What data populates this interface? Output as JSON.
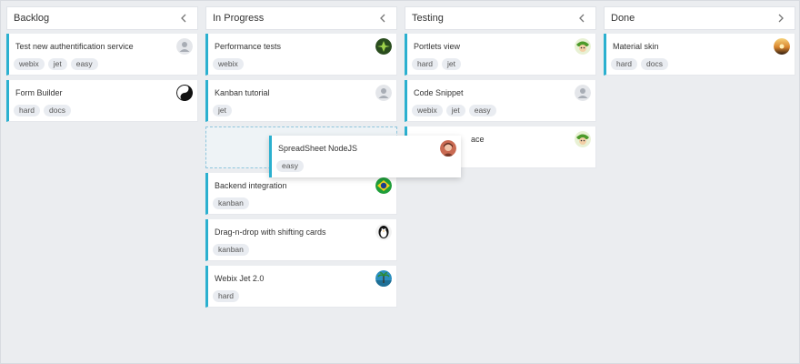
{
  "columns": [
    {
      "title": "Backlog",
      "collapse_icon": "chevron-left-icon",
      "cards": [
        {
          "title": "Test new authentification service",
          "tags": [
            "webix",
            "jet",
            "easy"
          ],
          "avatar": "user-placeholder"
        },
        {
          "title": "Form Builder",
          "tags": [
            "hard",
            "docs"
          ],
          "avatar": "yin-yang"
        }
      ]
    },
    {
      "title": "In Progress",
      "collapse_icon": "chevron-left-icon",
      "cards": [
        {
          "title": "Performance tests",
          "tags": [
            "webix"
          ],
          "avatar": "green-leaf"
        },
        {
          "title": "Kanban tutorial",
          "tags": [
            "jet"
          ],
          "avatar": "user-placeholder"
        },
        {
          "title": "",
          "tags": [],
          "avatar": ""
        },
        {
          "title": "Backend integration",
          "tags": [
            "kanban"
          ],
          "avatar": "flag-brazil"
        },
        {
          "title": "Drag-n-drop with shifting cards",
          "tags": [
            "kanban"
          ],
          "avatar": "penguin"
        },
        {
          "title": "Webix Jet 2.0",
          "tags": [
            "hard"
          ],
          "avatar": "ocean-palm"
        }
      ]
    },
    {
      "title": "Testing",
      "collapse_icon": "chevron-left-icon",
      "cards": [
        {
          "title": "Portlets view",
          "tags": [
            "hard",
            "jet"
          ],
          "avatar": "green-character"
        },
        {
          "title": "Code Snippet",
          "tags": [
            "webix",
            "jet",
            "easy"
          ],
          "avatar": "user-placeholder"
        },
        {
          "title": "ace",
          "tags": [],
          "avatar": "green-character"
        }
      ]
    },
    {
      "title": "Done",
      "collapse_icon": "chevron-right-icon",
      "cards": [
        {
          "title": "Material skin",
          "tags": [
            "hard",
            "docs"
          ],
          "avatar": "sunset"
        }
      ]
    }
  ],
  "drag_card": {
    "title": "SpreadSheet NodeJS",
    "tags": [
      "easy"
    ],
    "avatar": "woman-portrait"
  },
  "colors": {
    "accent": "#2bb0cf",
    "background": "#ebedf0",
    "tag_bg": "#e9ecf1"
  }
}
